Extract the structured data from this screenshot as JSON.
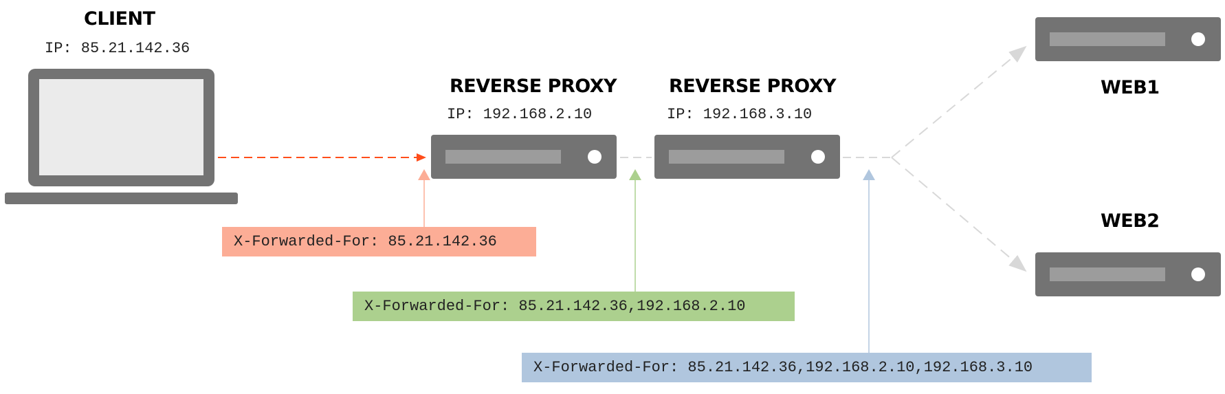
{
  "client": {
    "title": "CLIENT",
    "ip": "IP: 85.21.142.36"
  },
  "proxy1": {
    "title": "REVERSE PROXY",
    "ip": "IP: 192.168.2.10"
  },
  "proxy2": {
    "title": "REVERSE PROXY",
    "ip": "IP: 192.168.3.10"
  },
  "web1": {
    "title": "WEB1"
  },
  "web2": {
    "title": "WEB2"
  },
  "headers": {
    "h1": "X-Forwarded-For: 85.21.142.36",
    "h2": "X-Forwarded-For: 85.21.142.36,192.168.2.10",
    "h3": "X-Forwarded-For: 85.21.142.36,192.168.2.10,192.168.3.10"
  },
  "colors": {
    "device": "#737373",
    "slot": "#9c9c9c",
    "screen": "#ebebeb",
    "client_arrow": "#ff4d1a",
    "header1": "#fcad96",
    "header2": "#acd08e",
    "header3": "#b0c6de",
    "link": "#d8d8d8"
  }
}
